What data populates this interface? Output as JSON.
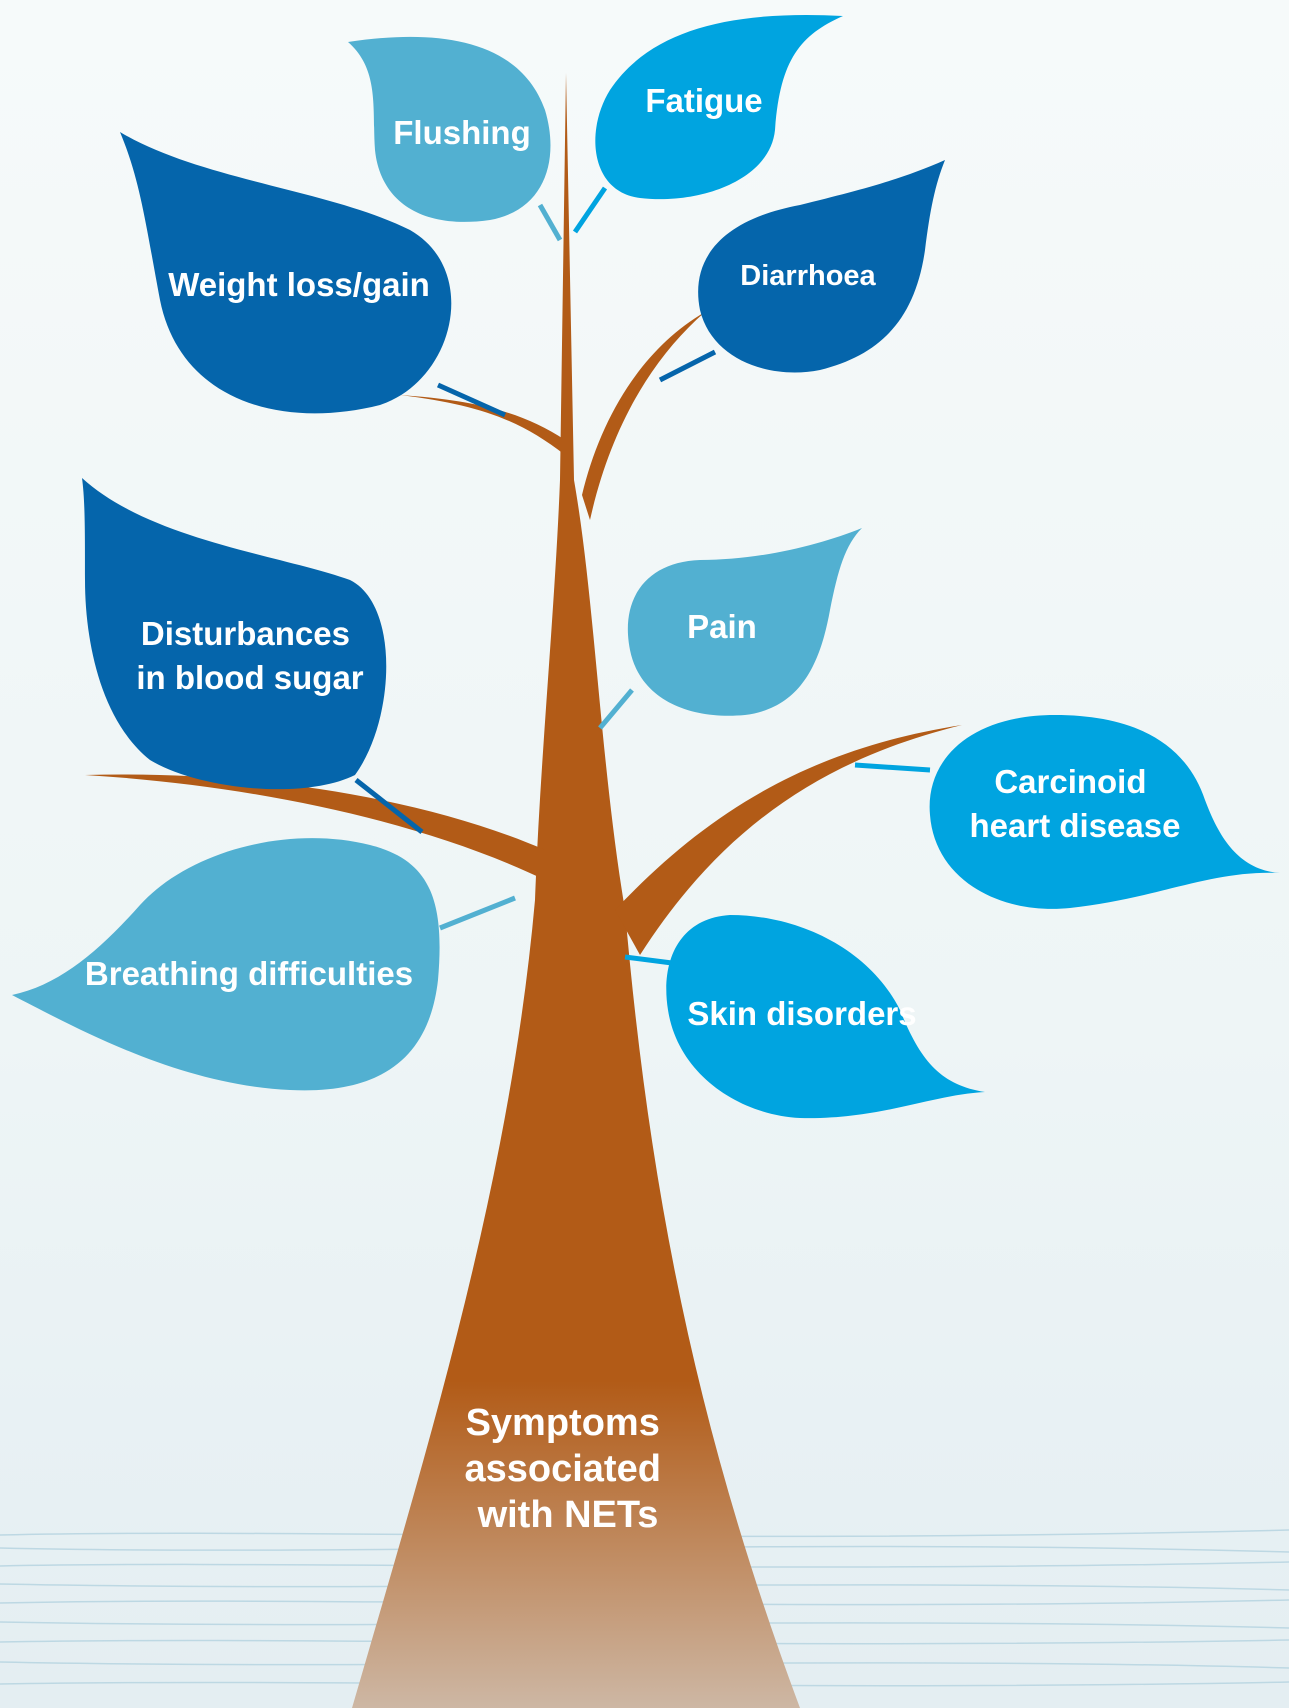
{
  "diagram": {
    "trunk_label": [
      "Symptoms",
      "associated",
      "with NETs"
    ],
    "colors": {
      "trunk": "#b25b17",
      "leaf_dark": "#0565ab",
      "leaf_bright": "#00a4e0",
      "leaf_light": "#52b0d1",
      "background": "#f2f7f8"
    },
    "leaves": [
      {
        "id": "flushing",
        "lines": [
          "Flushing"
        ],
        "color": "leaf_light"
      },
      {
        "id": "fatigue",
        "lines": [
          "Fatigue"
        ],
        "color": "leaf_bright"
      },
      {
        "id": "weight",
        "lines": [
          "Weight loss/gain"
        ],
        "color": "leaf_dark"
      },
      {
        "id": "diarrhoea",
        "lines": [
          "Diarrhoea"
        ],
        "color": "leaf_dark"
      },
      {
        "id": "blood-sugar",
        "lines": [
          "Disturbances",
          "in blood sugar"
        ],
        "color": "leaf_dark"
      },
      {
        "id": "pain",
        "lines": [
          "Pain"
        ],
        "color": "leaf_light"
      },
      {
        "id": "carcinoid",
        "lines": [
          "Carcinoid",
          "heart disease"
        ],
        "color": "leaf_bright"
      },
      {
        "id": "breathing",
        "lines": [
          "Breathing difficulties"
        ],
        "color": "leaf_light"
      },
      {
        "id": "skin",
        "lines": [
          "Skin disorders"
        ],
        "color": "leaf_bright"
      }
    ]
  }
}
